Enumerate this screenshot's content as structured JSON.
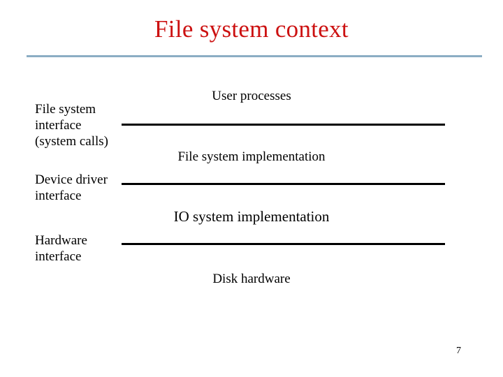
{
  "slide": {
    "title": "File system context",
    "page_number": "7",
    "title_color": "#cc1111",
    "title_rule_color": "#8badc4",
    "rule_color": "#000000",
    "text_color": "#000000",
    "background": "#ffffff"
  },
  "diagram": {
    "bands": [
      {
        "label": "User processes"
      },
      {
        "label": "File system implementation"
      },
      {
        "label": "IO system implementation"
      },
      {
        "label": "Disk hardware"
      }
    ],
    "interfaces": [
      {
        "lines": [
          "File system",
          "interface",
          "(system calls)"
        ]
      },
      {
        "lines": [
          "Device driver",
          "interface"
        ]
      },
      {
        "lines": [
          "Hardware",
          "interface"
        ]
      }
    ]
  }
}
